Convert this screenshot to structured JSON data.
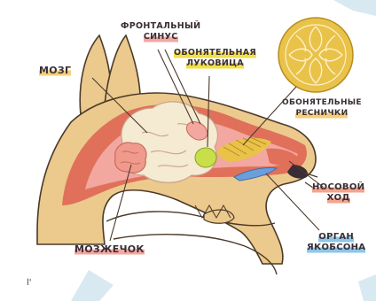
{
  "labels": {
    "brain": "МОЗГ",
    "frontal_sinus_line1": "ФРОНТАЛЬНЫЙ",
    "frontal_sinus_line2": "СИНУС",
    "olfactory_bulb_line1": "ОБОНЯТЕЛЬНАЯ",
    "olfactory_bulb_line2": "ЛУКОВИЦА",
    "olfactory_cilia_line1": "ОБОНЯТЕЛЬНЫЕ",
    "olfactory_cilia_line2": "РЕСНИЧКИ",
    "nasal_passage_line1": "НОСОВОЙ",
    "nasal_passage_line2": "ХОД",
    "vomeronasal_line1": "ОРГАН",
    "vomeronasal_line2": "ЯКОБСОНА",
    "cerebellum": "МОЗЖЕЧОК"
  },
  "colors": {
    "skin": "#ecc98c",
    "outline": "#4a3a2a",
    "tissue_red": "#e0705a",
    "tissue_pink": "#f2a7a0",
    "brain": "#f5ead2",
    "bulb_green": "#c8df4a",
    "cilia_gold": "#e9c24a",
    "organ_blue": "#6a9fdc",
    "tape": "#cfe3ef"
  }
}
